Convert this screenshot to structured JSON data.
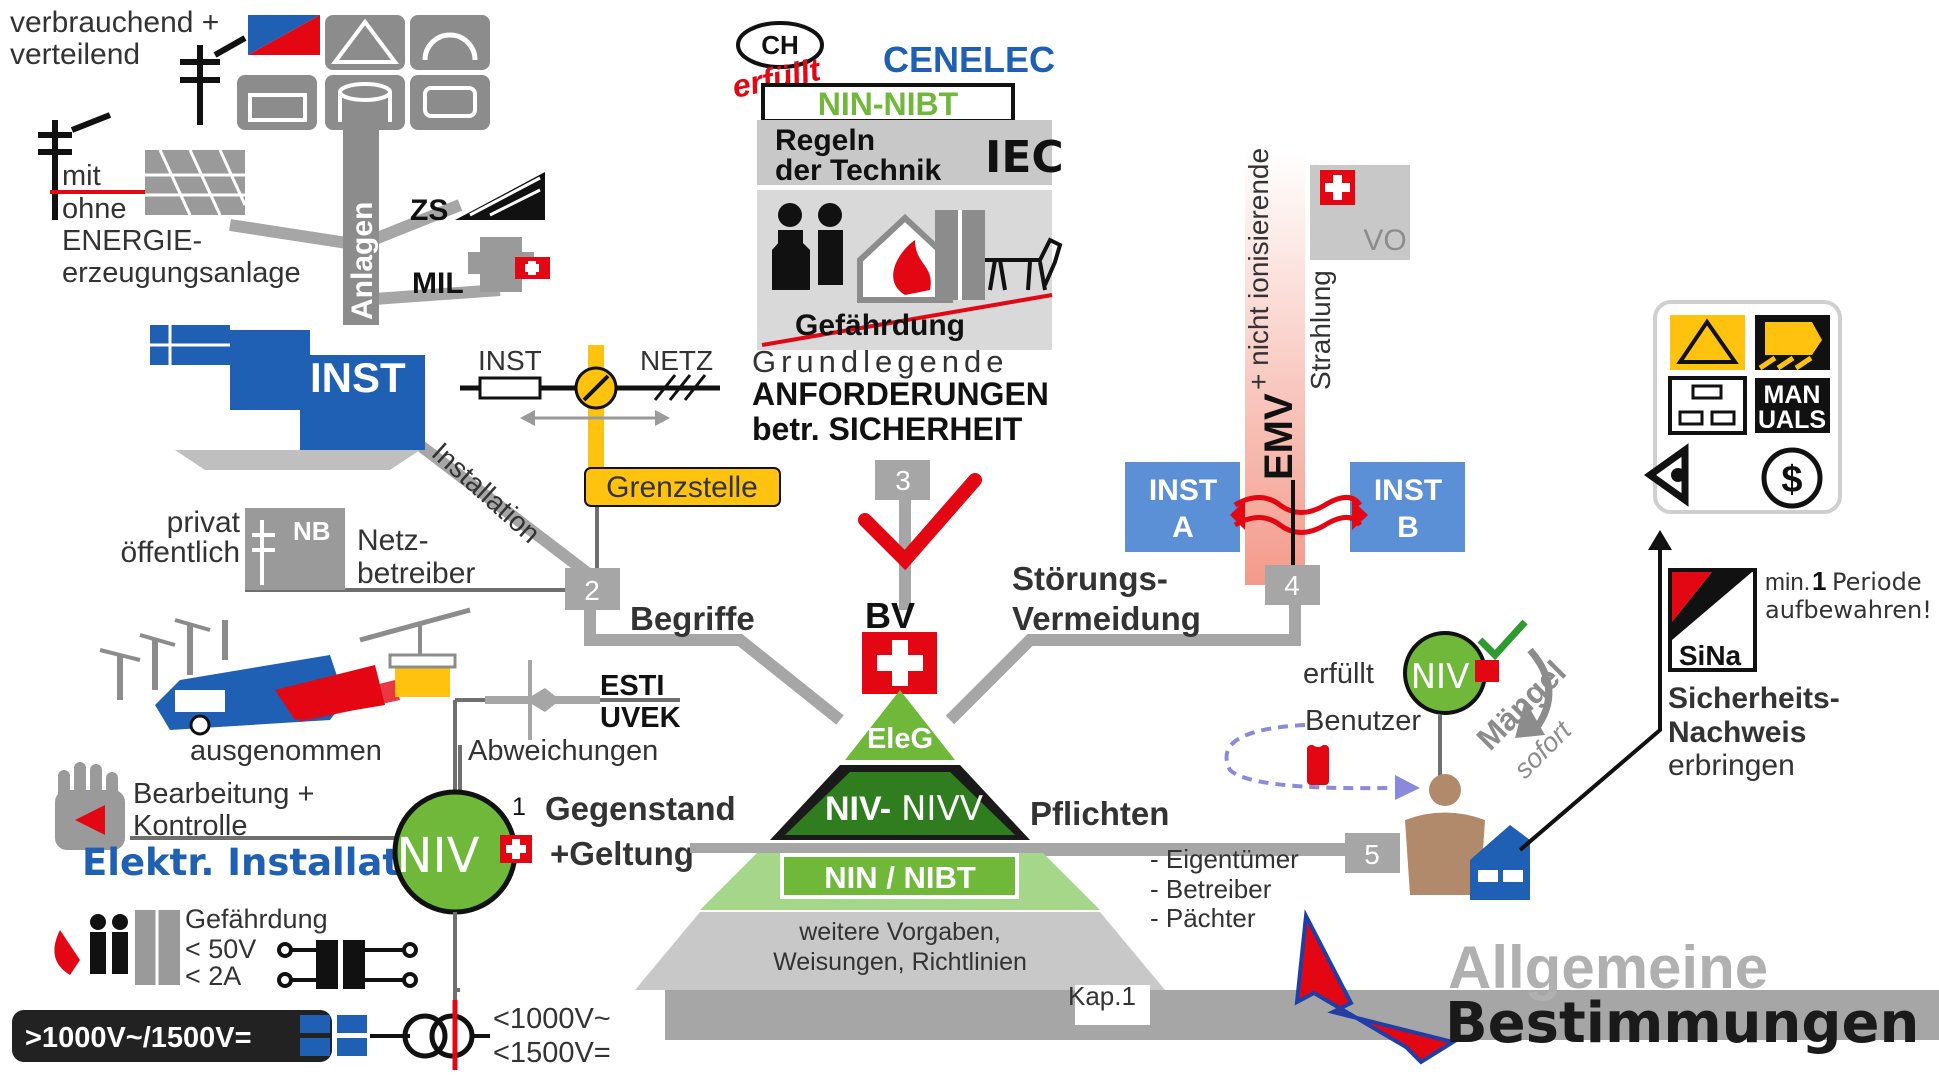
{
  "colors": {
    "green": "#6fb83a",
    "dark_green": "#2f7d1e",
    "light_green": "#a5d68a",
    "gray": "#a6a6a6",
    "dark_gray": "#555555",
    "red": "#e30613",
    "blue": "#1f5fb4",
    "light_blue": "#5b8fd6",
    "yellow": "#ffc20e",
    "black": "#111111"
  },
  "top_left": {
    "line1": "verbrauchend +",
    "line2": "verteilend",
    "mit": "mit",
    "ohne": "ohne",
    "energie1": "ENERGIE-",
    "energie2": "erzeugungsanlage",
    "anlagen": "Anlagen",
    "zs": "ZS",
    "mil": "MIL",
    "inst": "INST",
    "installation": "Installation"
  },
  "boundary": {
    "inst": "INST",
    "netz": "NETZ",
    "grenzstelle": "Grenzstelle"
  },
  "rules": {
    "ch": "CH",
    "erfuellt": "erfüllt",
    "cenelec": "CENELEC",
    "nin_nibt": "NIN-NIBT",
    "regeln1": "Regeln",
    "regeln2": "der Technik",
    "iec": "IEC",
    "gefaehrdung": "Gefährdung",
    "grund": "Grundlegende",
    "anforderungen": "ANFORDERUNGEN",
    "sicherheit": "betr. SICHERHEIT",
    "num3": "3"
  },
  "emv": {
    "title": "EMV",
    "sub1": "+ nicht ionisierende",
    "sub2": "Strahlung",
    "vo": "VO",
    "inst_a1": "INST",
    "inst_a2": "A",
    "inst_b1": "INST",
    "inst_b2": "B",
    "num4": "4",
    "stoerung1": "Störungs-",
    "stoerung2": "Vermeidung"
  },
  "netz": {
    "privat": "privat",
    "oeffentlich": "öffentlich",
    "nb": "NB",
    "netz1": "Netz-",
    "netz2": "betreiber",
    "num2": "2",
    "begriffe": "Begriffe"
  },
  "center": {
    "bv": "BV",
    "eleg": "EleG",
    "niv_a": "NIV-",
    "niv_b": "NIVV",
    "nin": "NIN / NIBT",
    "weitere1": "weitere Vorgaben,",
    "weitere2": "Weisungen, Richtlinien",
    "kap": "Kap.1"
  },
  "left_bottom": {
    "ausgenommen": "ausgenommen",
    "esti": "ESTI",
    "uvek": "UVEK",
    "abweichungen": "Abweichungen",
    "bearbeitung1": "Bearbeitung +",
    "bearbeitung2": "Kontrolle",
    "elektr": "Elektr. Installation",
    "niv": "NIV",
    "num1": "1",
    "gegenstand": "Gegenstand",
    "geltung": "+Geltung",
    "gefaehrdung": "Gefährdung",
    "v50": "< 50V",
    "a2": "< 2A",
    "hv": ">1000V~/1500V=",
    "lv1": "<1000V~",
    "lv2": "<1500V="
  },
  "pflichten": {
    "title": "Pflichten",
    "num5": "5",
    "eig": "- Eigentümer",
    "betr": "- Betreiber",
    "paecht": "- Pächter",
    "erfuellt": "erfüllt",
    "niv": "NIV",
    "benutzer": "Benutzer",
    "maengel": "Mängel",
    "sofort": "sofort"
  },
  "sina": {
    "manuals1": "MAN",
    "manuals2": "UALS",
    "min": "min.",
    "one": "1",
    "periode": "Periode",
    "aufbewahren": "aufbewahren!",
    "sina": "SiNa",
    "nach1": "Sicherheits-",
    "nach2": "Nachweis",
    "nach3": "erbringen"
  },
  "title": {
    "line1": "Allgemeine",
    "line2": "Bestimmungen"
  }
}
